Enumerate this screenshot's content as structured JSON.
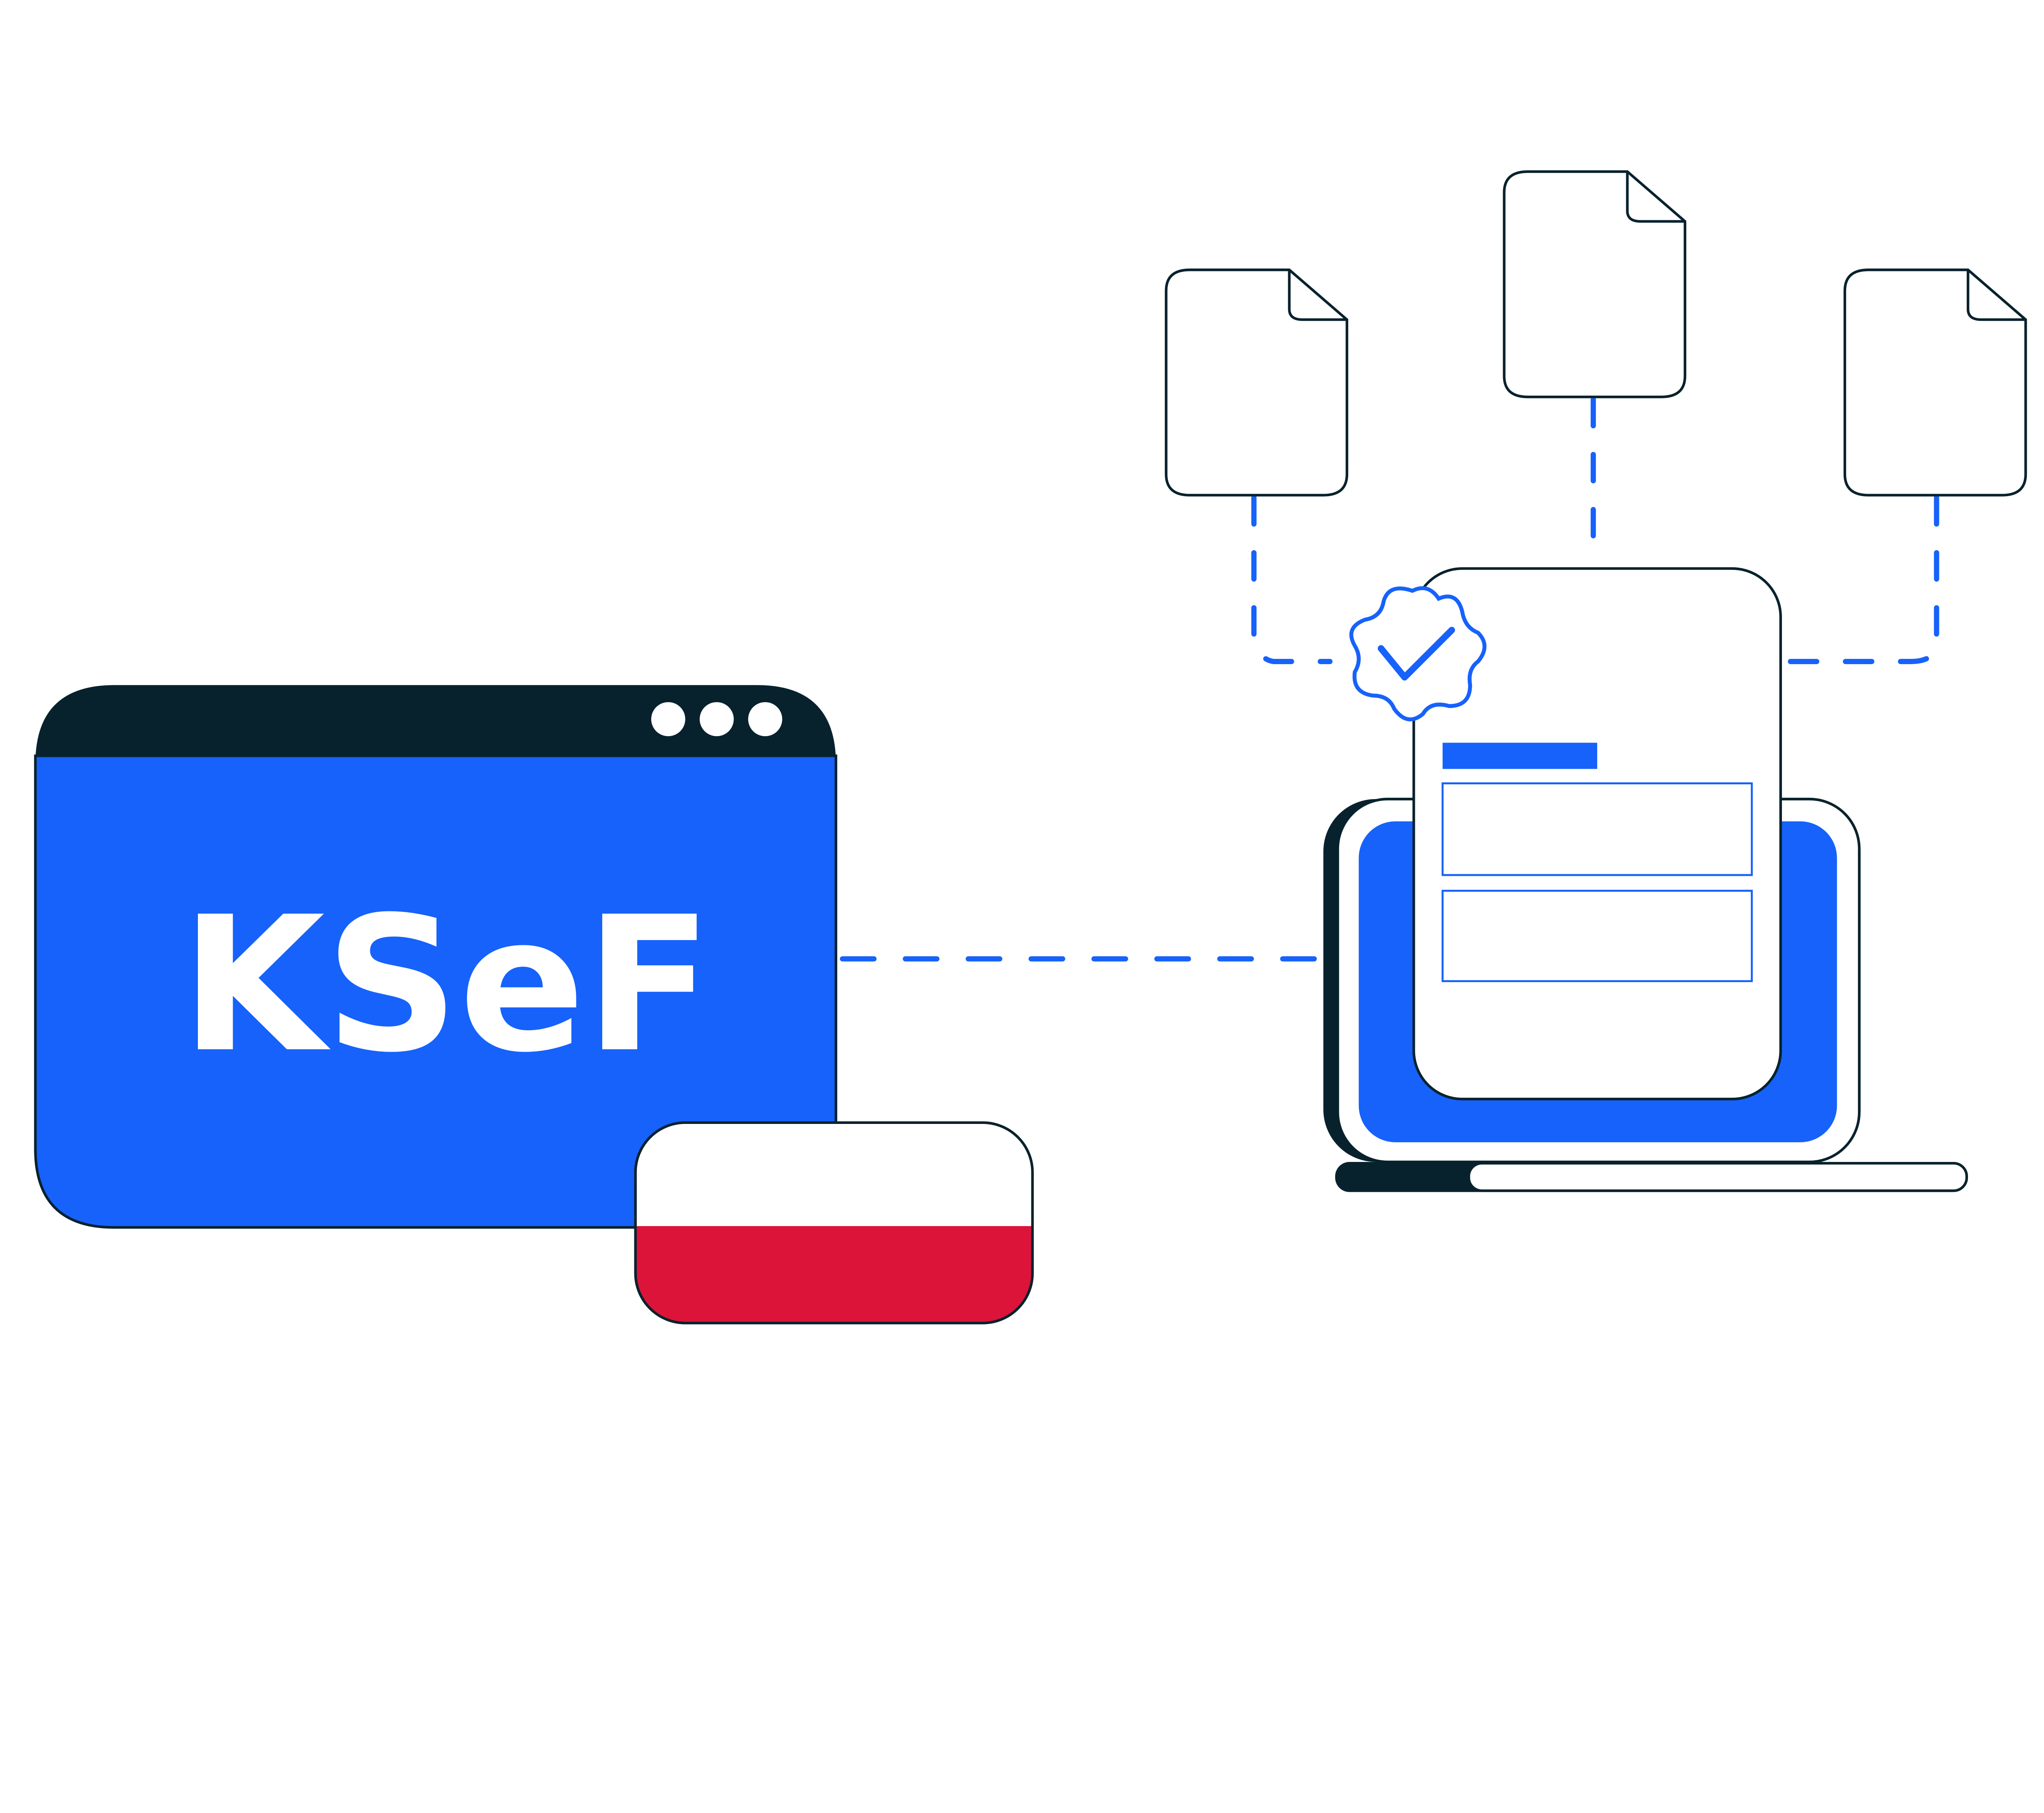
{
  "logo_text": "KSeF",
  "colors": {
    "brand_blue": "#1662fb",
    "dark": "#08222d",
    "flag_red": "#dc1439",
    "white": "#ffffff"
  },
  "icons": [
    "browser-window",
    "window-dots",
    "poland-flag",
    "laptop",
    "invoice-document",
    "verified-badge-icon",
    "file-icon",
    "file-icon",
    "file-icon"
  ]
}
